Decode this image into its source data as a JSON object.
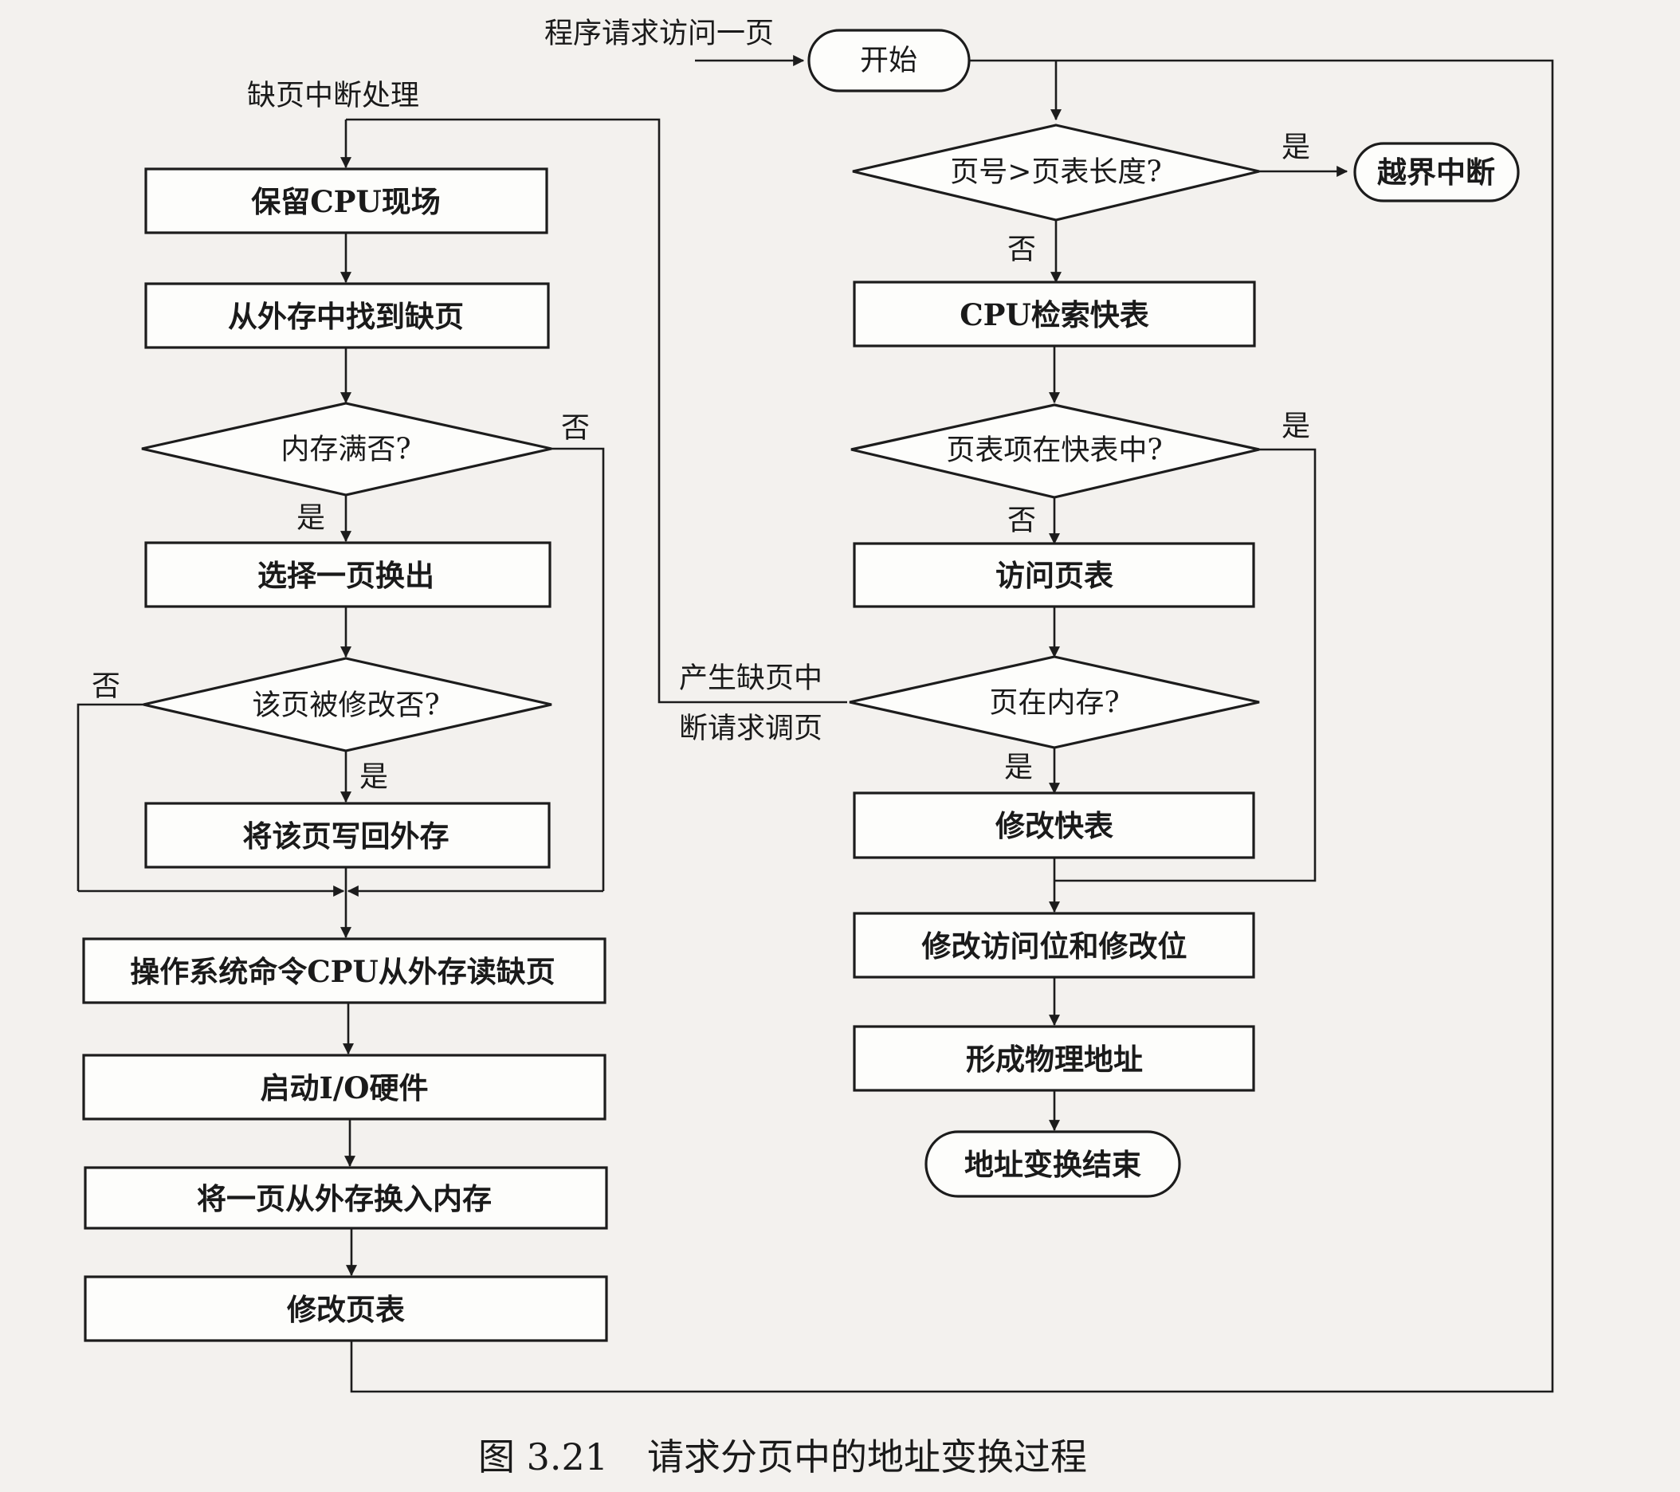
{
  "diagram": {
    "entry_label": "程序请求访问一页",
    "start": "开始",
    "overflow_interrupt": "越界中断",
    "end": "地址变换结束",
    "right_flow": {
      "d_page_len": "页号>页表长度?",
      "b_cpu_tlb": "CPU检索快表",
      "d_in_tlb": "页表项在快表中?",
      "b_access_pt": "访问页表",
      "d_in_mem": "页在内存?",
      "b_mod_tlb": "修改快表",
      "b_mod_bits": "修改访问位和修改位",
      "b_phys_addr": "形成物理地址"
    },
    "left_flow": {
      "title": "缺页中断处理",
      "b_save_cpu": "保留CPU现场",
      "b_find_page": "从外存中找到缺页",
      "d_mem_full": "内存满否?",
      "b_select_out": "选择一页换出",
      "d_modified": "该页被修改否?",
      "b_write_back": "将该页写回外存",
      "b_os_cmd": "操作系统命令CPU从外存读缺页",
      "b_start_io": "启动I/O硬件",
      "b_swap_in": "将一页从外存换入内存",
      "b_mod_pt": "修改页表"
    },
    "edge_labels": {
      "yes": "是",
      "no": "否",
      "page_fault_line1": "产生缺页中",
      "page_fault_line2": "断请求调页"
    }
  },
  "caption": {
    "number": "图 3.21",
    "title": "请求分页中的地址变换过程"
  }
}
